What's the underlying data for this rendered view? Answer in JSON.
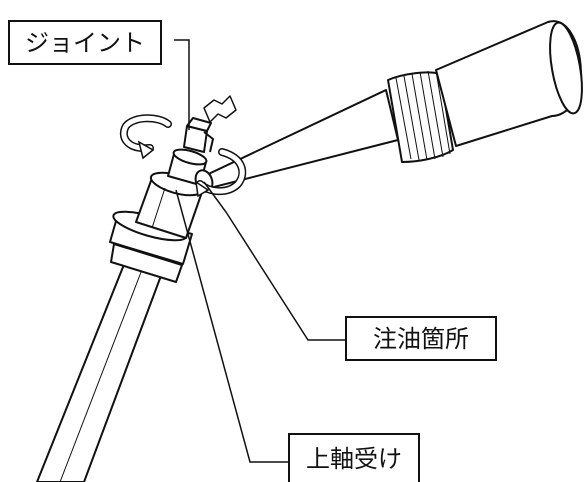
{
  "labels": {
    "joint": "ジョイント",
    "oil_point": "注油箇所",
    "upper_bearing": "上軸受け"
  },
  "icons": {
    "rotate_left": "curved-arrow-rotation-icon",
    "rotate_right": "curved-arrow-rotation-icon",
    "updown": "double-arrow-icon"
  }
}
